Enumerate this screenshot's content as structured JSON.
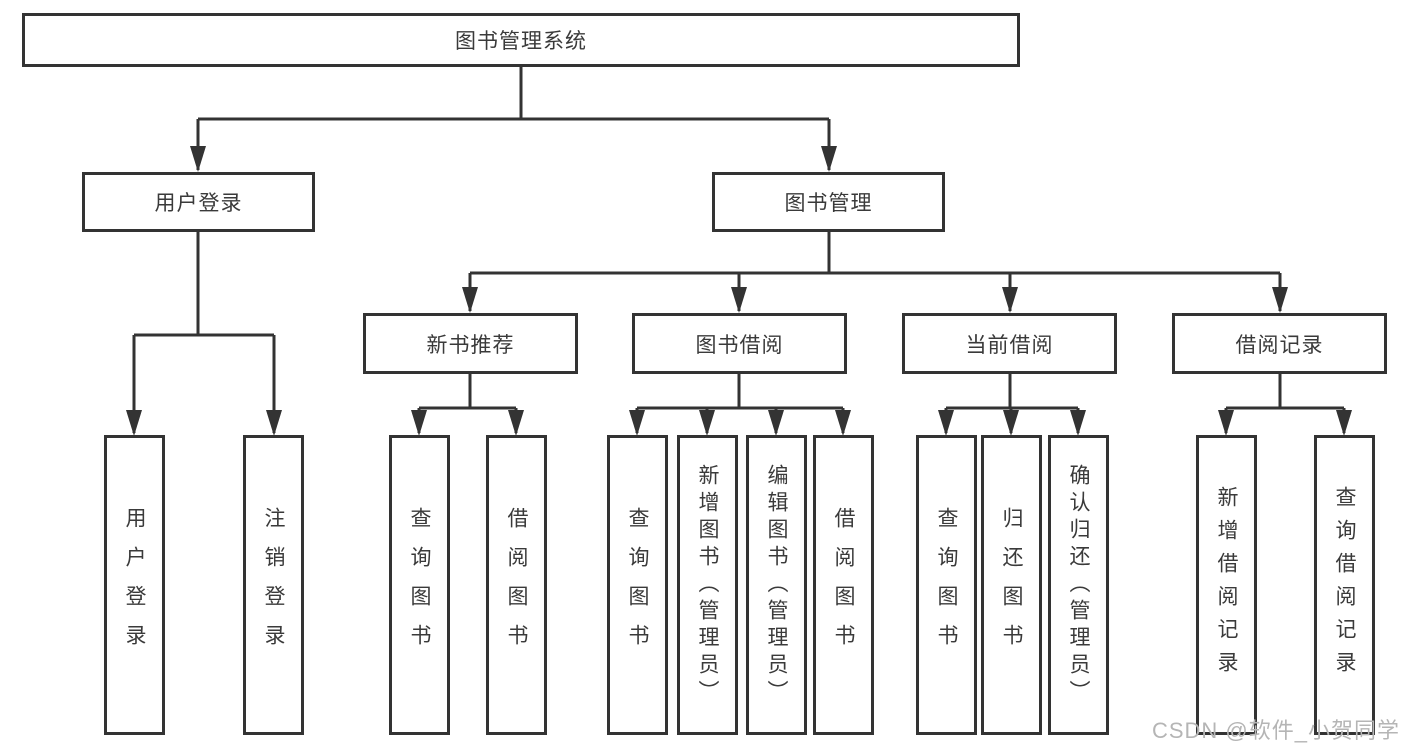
{
  "diagram": {
    "title": "图书管理系统",
    "branches": {
      "user_login": "用户登录",
      "book_mgmt": "图书管理"
    },
    "modules": {
      "new_book_rec": "新书推荐",
      "book_borrow": "图书借阅",
      "current_borrow": "当前借阅",
      "borrow_records": "借阅记录"
    },
    "leaves": {
      "user_login": "用户登录",
      "logout": "注销登录",
      "nbr_query": "查询图书",
      "nbr_borrow": "借阅图书",
      "bb_query": "查询图书",
      "bb_add": "新增图书（管理员）",
      "bb_edit": "编辑图书（管理员）",
      "bb_borrow": "借阅图书",
      "cb_query": "查询图书",
      "cb_return": "归还图书",
      "cb_confirm": "确认归还（管理员）",
      "br_add": "新增借阅记录",
      "br_query": "查询借阅记录"
    }
  },
  "watermark": "CSDN @软件_小贺同学",
  "colors": {
    "line": "#333333",
    "text": "#3a3a3a",
    "watermark": "#b5b5b5",
    "background": "#ffffff"
  }
}
